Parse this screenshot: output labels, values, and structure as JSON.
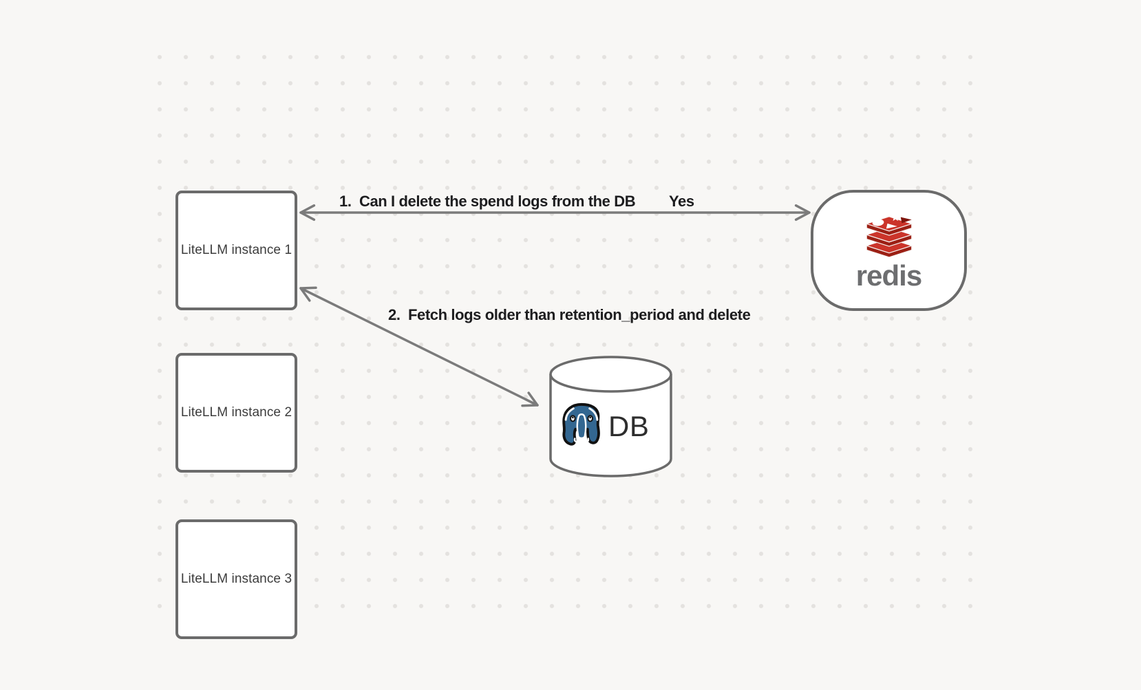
{
  "diagram": {
    "nodes": {
      "instance1": {
        "label": "LiteLLM instance 1"
      },
      "instance2": {
        "label": "LiteLLM instance 2"
      },
      "instance3": {
        "label": "LiteLLM instance 3"
      },
      "redis": {
        "wordmark": "redis",
        "icon": "redis-stack-icon"
      },
      "database": {
        "label": "DB",
        "icon": "postgresql-elephant-icon"
      }
    },
    "edges": {
      "edge1": {
        "label": "1.  Can I delete the spend logs from the DB",
        "response": "Yes",
        "from": "LiteLLM instance 1",
        "to": "redis",
        "style": "double-headed-arrow"
      },
      "edge2": {
        "label": "2.  Fetch logs older than retention_period and delete",
        "from": "LiteLLM instance 1",
        "to": "DB",
        "style": "double-headed-arrow"
      }
    },
    "colors": {
      "background": "#f8f7f5",
      "grid_dot": "#e4e2df",
      "node_border": "#6b6b6b",
      "arrow": "#7b7b7b",
      "edge_label_text": "#1d1d1f",
      "node_text": "#3c3c3c",
      "redis_red": "#cb342a",
      "redis_dark_red": "#9c2015",
      "redis_wordmark": "#6d6e70",
      "postgres_blue": "#336791",
      "db_text": "#2d2d2d"
    }
  }
}
